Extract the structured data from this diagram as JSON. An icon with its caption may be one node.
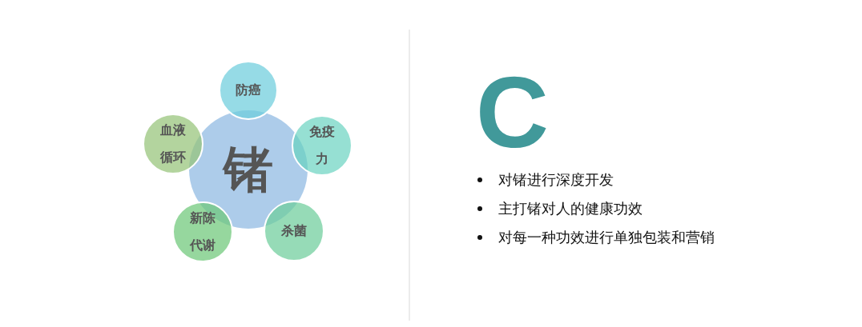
{
  "diagram": {
    "nodes": [
      {
        "text": [
          "锗"
        ]
      },
      {
        "text": [
          "防癌"
        ]
      },
      {
        "text": [
          "免疫力"
        ]
      },
      {
        "text": [
          "杀菌"
        ]
      },
      {
        "text": [
          "新陈代谢"
        ]
      },
      {
        "text": [
          "血液循环"
        ]
      }
    ],
    "labels": [
      "C",
      "对锗进行深度开发",
      "主打锗对人的健康功效",
      "对每一种功效进行单独包装和营销"
    ]
  }
}
